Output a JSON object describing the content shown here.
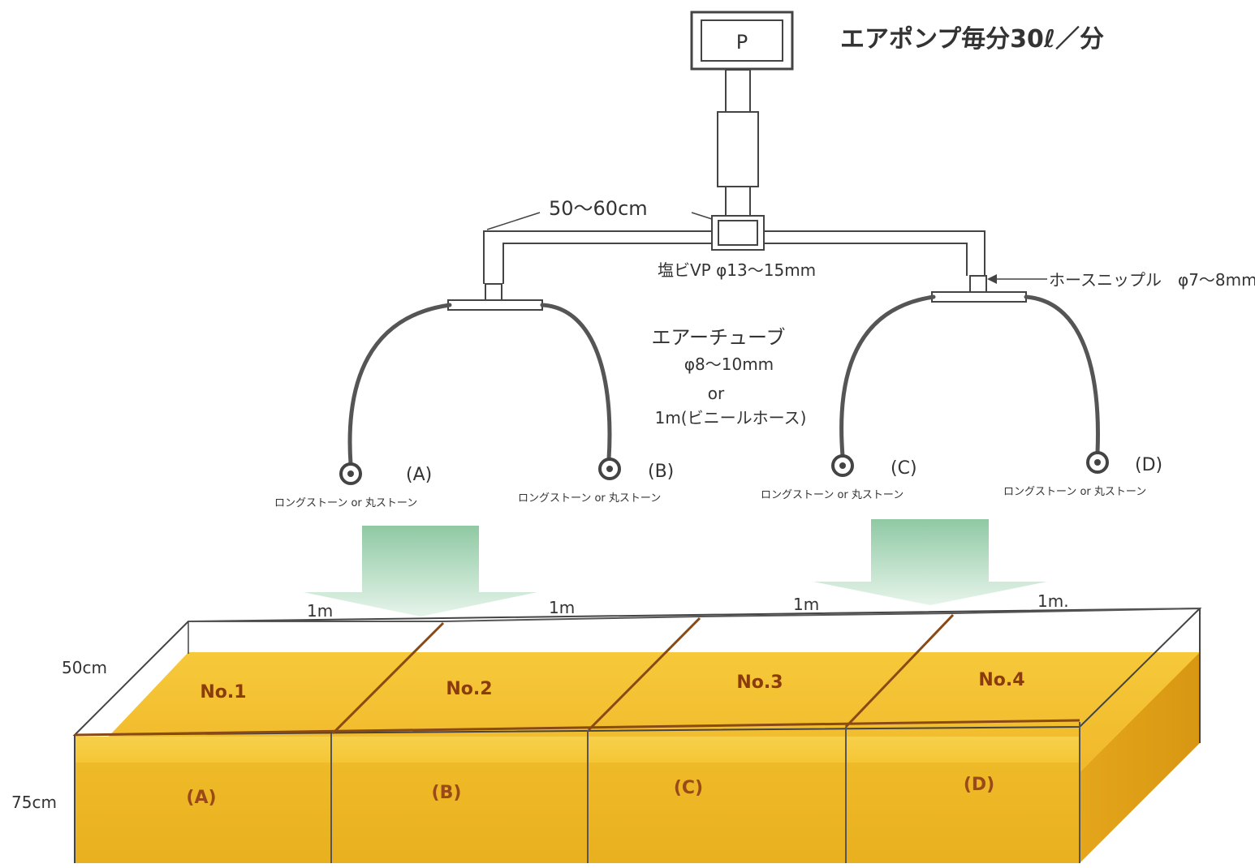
{
  "pump": {
    "label": "P",
    "flow": "エアポンプ毎分30ℓ／分"
  },
  "pipe": {
    "length": "50～60cm",
    "spec": "塩ビVP φ13～15mm",
    "nipple": "ホースニップル　φ7～8mm"
  },
  "tube": {
    "name": "エアーチューブ",
    "diameter": "φ8～10mm",
    "or": "or",
    "alt": "1m(ビニールホース)"
  },
  "stones": [
    {
      "letter": "(A)",
      "type": "ロングストーン or 丸ストーン"
    },
    {
      "letter": "(B)",
      "type": "ロングストーン or 丸ストーン"
    },
    {
      "letter": "(C)",
      "type": "ロングストーン or 丸ストーン"
    },
    {
      "letter": "(D)",
      "type": "ロングストーン or 丸ストーン"
    }
  ],
  "tank": {
    "segment_lengths": [
      "1m",
      "1m",
      "1m",
      "1m."
    ],
    "width": "50cm",
    "height": "75cm",
    "compartments": [
      "No.1",
      "No.2",
      "No.3",
      "No.4"
    ],
    "sections": [
      "(A)",
      "(B)",
      "(C)",
      "(D)"
    ]
  },
  "colors": {
    "liquid": "#f2c12e",
    "liquid_dark": "#e3a818",
    "arrow": "#a8d4b8",
    "tube": "#555555"
  }
}
